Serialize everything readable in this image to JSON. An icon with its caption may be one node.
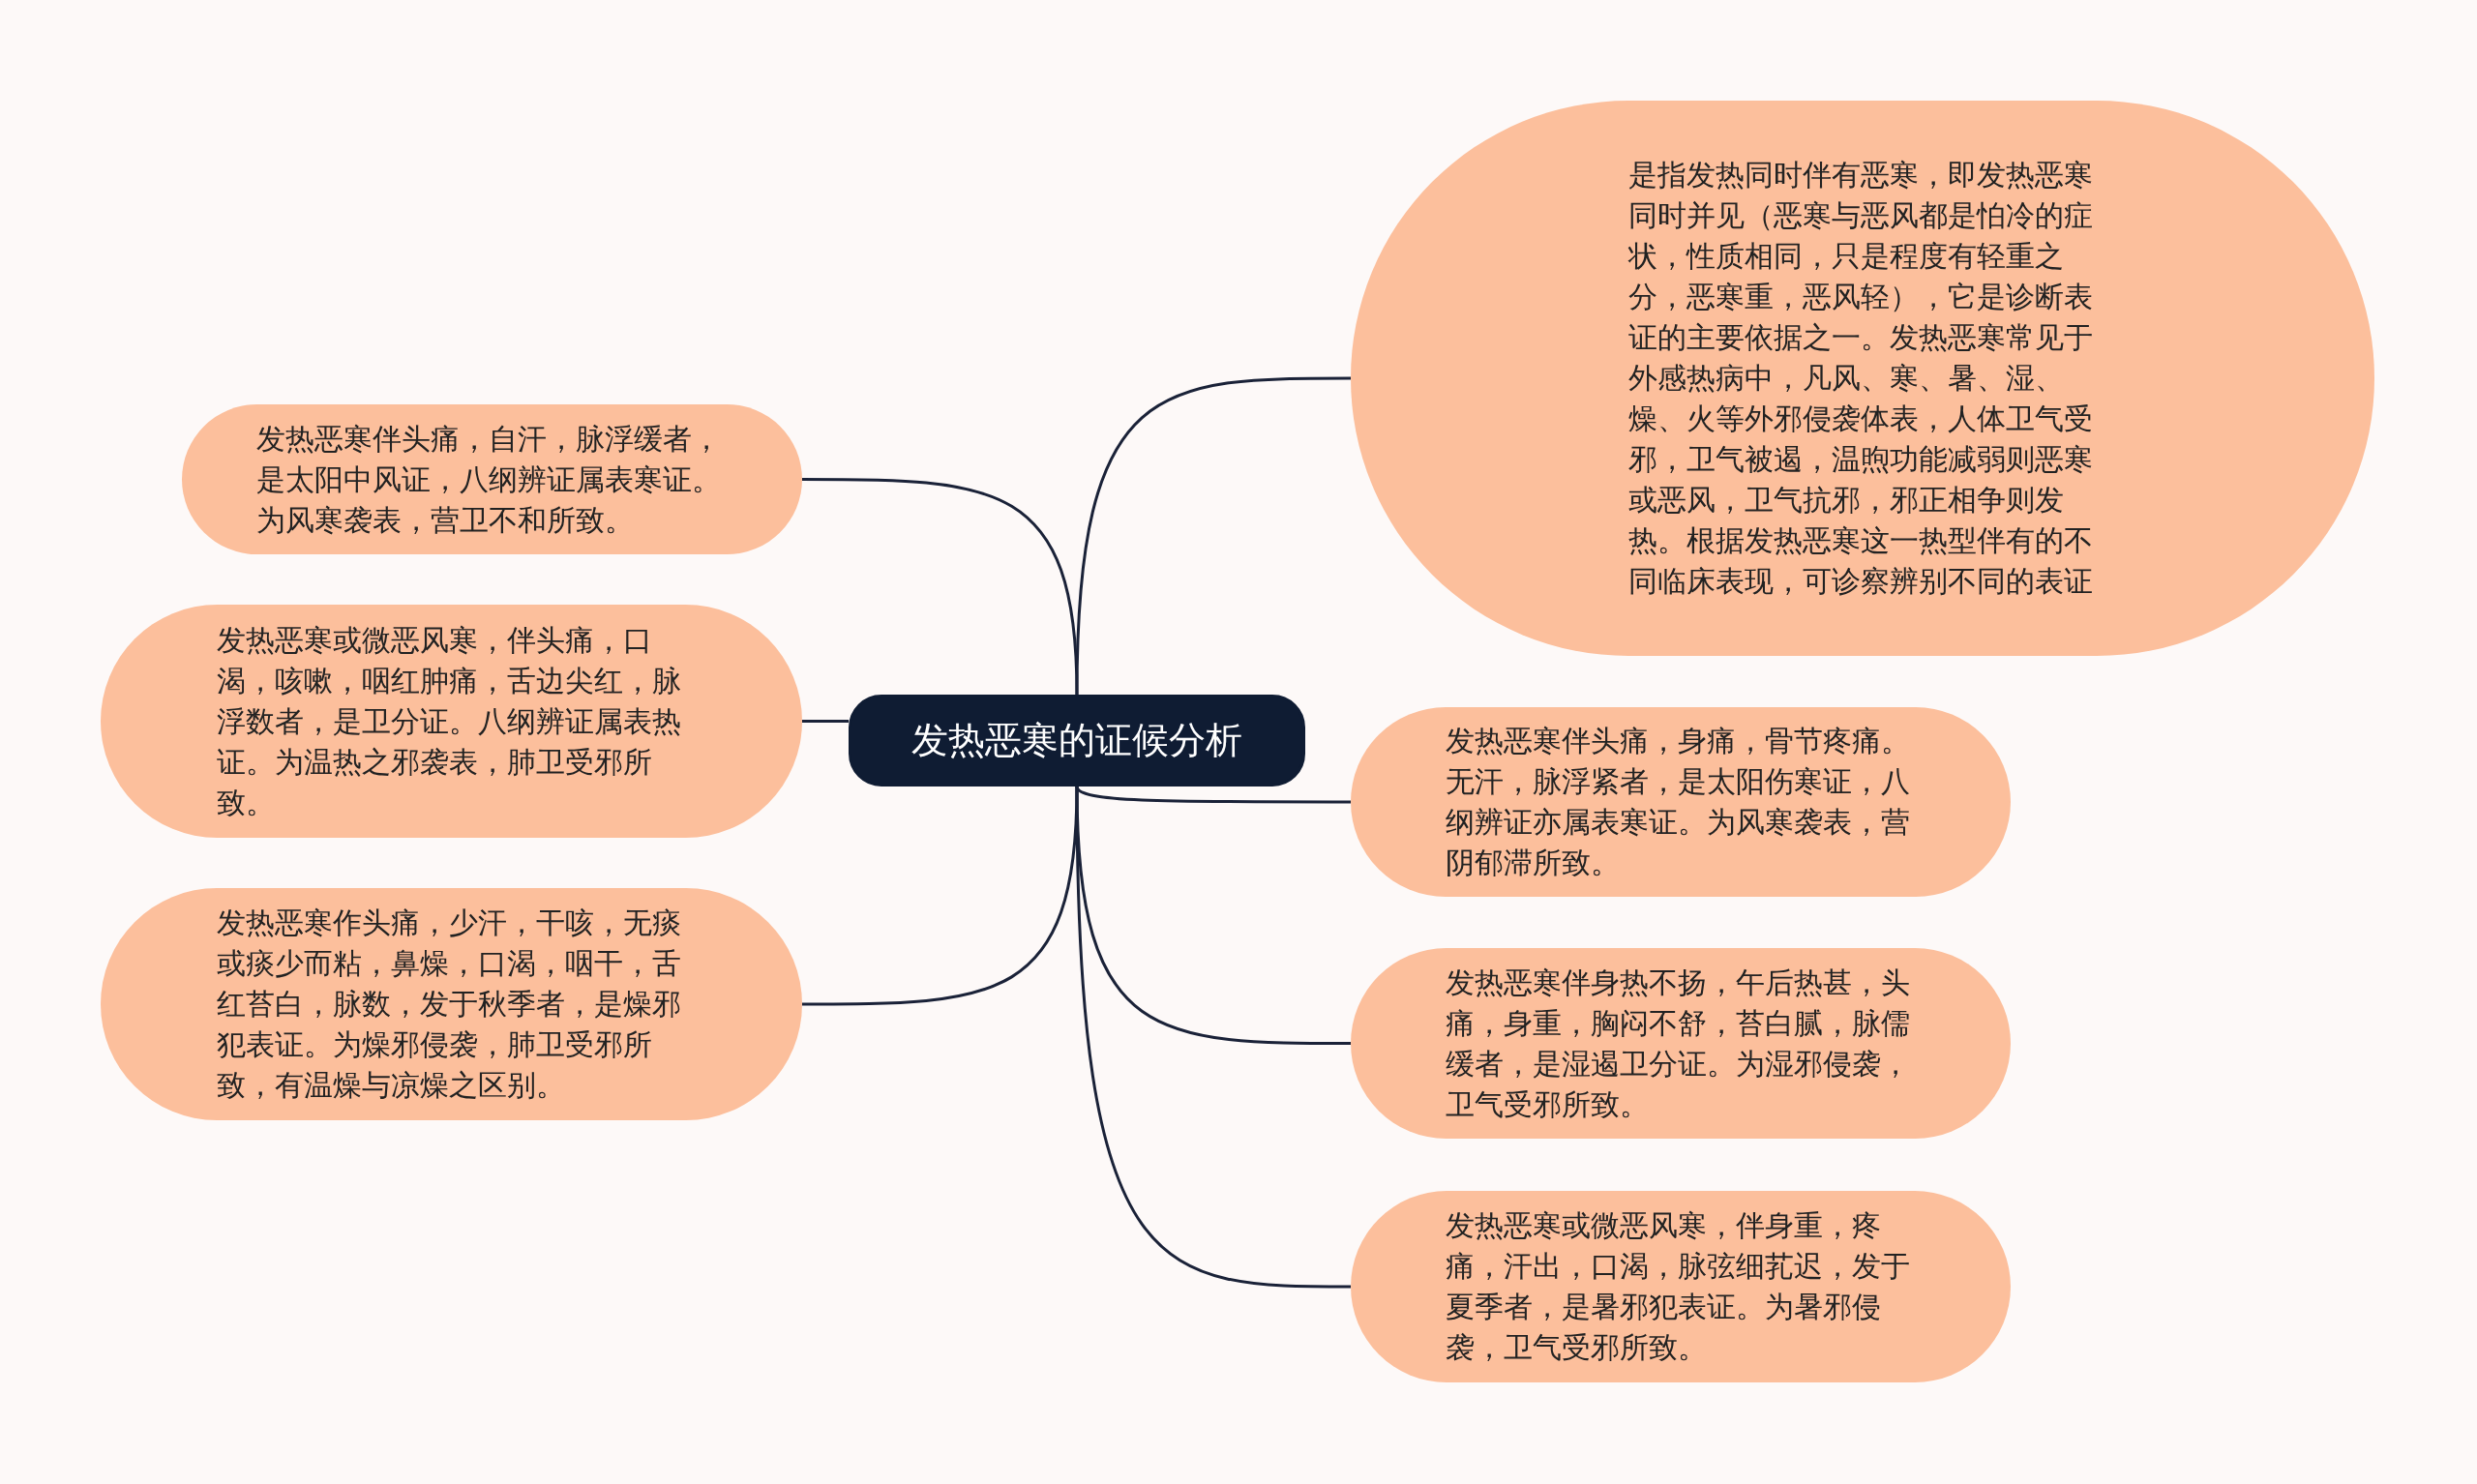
{
  "diagram": {
    "nodes": [
      {
        "text": [
          "发热恶寒的证候分析"
        ]
      },
      {
        "text": [
          "发热恶寒伴头痛，自汗，脉浮缓者，是太阳中风证，八纲辨证属表寒证。为风寒袭表，营卫不和所致。"
        ]
      },
      {
        "text": [
          "发热恶寒或微恶风寒，伴头痛，口渴，咳嗽，咽红肿痛，舌边尖红，脉浮数者，是卫分证。八纲辨证属表热证。为温热之邪袭表，肺卫受邪所致。"
        ]
      },
      {
        "text": [
          "发热恶寒作头痛，少汗，干咳，无痰或痰少而粘，鼻燥，口渴，咽干，舌红苔白，脉数，发于秋季者，是燥邪犯表证。为燥邪侵袭，肺卫受邪所致，有温燥与凉燥之区别。"
        ]
      },
      {
        "text": [
          "是指发热同时伴有恶寒，即发热恶寒同时并见（恶寒与恶风都是怕冷的症状，性质相同，只是程度有轻重之分，恶寒重，恶风轻），它是诊断表证的主要依据之一。发热恶寒常见于外感热病中，凡风、寒、暑、湿、燥、火等外邪侵袭体表，人体卫气受邪，卫气被遏，温煦功能减弱则恶寒或恶风，卫气抗邪，邪正相争则发热。根据发热恶寒这一热型伴有的不同临床表现，可诊察辨别不同的表证"
        ]
      },
      {
        "text": [
          "发热恶寒伴头痛，身痛，骨节疼痛。无汗，脉浮紧者，是太阳伤寒证，八纲辨证亦属表寒证。为风寒袭表，营阴郁滞所致。"
        ]
      },
      {
        "text": [
          "发热恶寒伴身热不扬，午后热甚，头痛，身重，胸闷不舒，苔白腻，脉儒缓者，是湿遏卫分证。为湿邪侵袭，卫气受邪所致。"
        ]
      },
      {
        "text": [
          "发热恶寒或微恶风寒，伴身重，疼痛，汗出，口渴，脉弦细芤迟，发于夏季者，是暑邪犯表证。为暑邪侵袭，卫气受邪所致。"
        ]
      }
    ],
    "edges": [
      {
        "from": 0,
        "to": 1,
        "arrow": "none"
      },
      {
        "from": 0,
        "to": 2,
        "arrow": "none"
      },
      {
        "from": 0,
        "to": 3,
        "arrow": "none"
      },
      {
        "from": 0,
        "to": 4,
        "arrow": "none"
      },
      {
        "from": 0,
        "to": 5,
        "arrow": "none"
      },
      {
        "from": 0,
        "to": 6,
        "arrow": "none"
      },
      {
        "from": 0,
        "to": 7,
        "arrow": "none"
      }
    ]
  }
}
